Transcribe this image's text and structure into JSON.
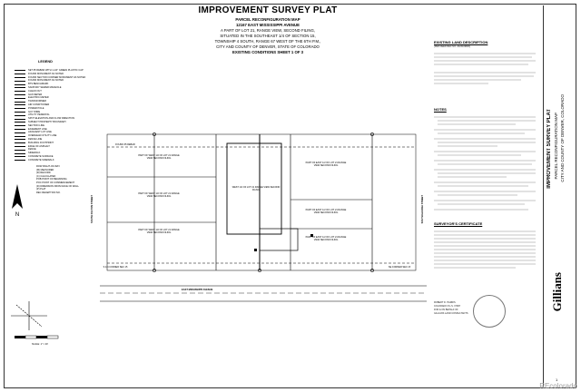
{
  "header": {
    "title": "IMPROVEMENT SURVEY PLAT",
    "subtitle": "PARCEL RECONFIGURATION MAP",
    "address": "12167 EAST MISSISSIPPI AVENUE",
    "desc_lines": [
      "A PART OF LOT 21, RANGE VIEW, SECOND FILING,",
      "SITUATED IN THE SOUTHEAST 1/4 OF SECTION 15,",
      "TOWNSHIP 4 SOUTH, RANGE 67 WEST OF THE 6TH P.M.,",
      "CITY AND COUNTY OF DENVER, STATE OF COLORADO"
    ],
    "sheet_line": "EXISTING CONDITIONS SHEET 1 OF 3"
  },
  "legend": {
    "title": "LEGEND",
    "items": [
      "SET #5 REBAR WITH 1-1/4\" GREEN PLASTIC CAP",
      "FOUND MONUMENT AS NOTED",
      "FOUND SECTION CORNER MONUMENT AS NOTED",
      "FOUND MONUMENT AS NOTED",
      "BTS BENCHMARK",
      "SANITARY SEWER MANHOLE",
      "CLEAN OUT",
      "GAS METER",
      "ELECTRIC METER",
      "TRANSFORMER",
      "AIR CONDITIONER",
      "POWER POLE",
      "GUY WIRE",
      "UTILITY PEDESTAL",
      "SPOT ELEVATION AND FLOW DIRECTION",
      "SUBJECT PROPERTY BOUNDARY",
      "SECTION LINE",
      "EASEMENT LINE",
      "ADJACENT LOT LINE",
      "OVERHEAD UTILITY LINE",
      "FENCE LINE",
      "BUILDING FOOTPRINT",
      "EDGE OF ASPHALT",
      "FENCE",
      "SIDEWALK",
      "CONCRETE SURFACE",
      "CONCRETE SIDEWALK"
    ],
    "abbrev": [
      "ROW  RIGHT-OF-WAY",
      "(M)  MEASURED",
      "(R)  RECORD",
      "(C)  CALCULATED",
      "POB  POINT OF BEGINNING",
      "POC  POINT OF COMMENCEMENT",
      "(D)  DIMENSION FROM FACE OF WALL",
      "(P)  PLAT",
      "REC  RECEPTION NO."
    ],
    "scale": "SCALE: 1\" = 40'"
  },
  "plan": {
    "lots": [
      "FOUND #5 REBAR",
      "PART OF WEST 1/2 OF LOT 21 RANGE VIEW SECOND FILING",
      "PART OF WEST 1/2 OF LOT 21 RANGE VIEW SECOND FILING",
      "PART OF WEST 1/2 OF LOT 21 RANGE VIEW SECOND FILING",
      "WEST 1/2 OF LOT 21 RANGE VIEW SECOND FILING",
      "PART OF EAST 1/2 OF LOT 21 RANGE VIEW SECOND FILING",
      "PART OF EAST 1/2 OF LOT 21 RANGE VIEW SECOND FILING",
      "PART OF EAST 1/2 OF LOT 21 RANGE VIEW SECOND FILING"
    ],
    "streets": {
      "south": "EAST MISSISSIPPI AVENUE",
      "west": "SOUTH FULTON STREET",
      "east": "SOUTH HAVANA STREET"
    },
    "corner_note_left": "S 1/4 CORNER SEC 15",
    "corner_note_right": "SE CORNER SEC 15"
  },
  "right": {
    "legal_head": "EXISTING LAND DESCRIPTION",
    "legal_sub": "(PER DEED REC NO. 2023109803)",
    "notes_head": "NOTES",
    "notes_count": 13,
    "cert_head": "SURVEYOR'S CERTIFICATE",
    "surveyor": "ROBERT D. HARRIS",
    "license": "COLORADO P.L.S. 37967",
    "firm_line": "FOR & ON BEHALF OF",
    "firm": "GILLIANS LAND CONSULTANTS"
  },
  "titleblock": {
    "t1": "IMPROVEMENT SURVEY PLAT",
    "t2": "PARCEL RECONFIGURATION MAP",
    "t3": "CITY AND COUNTY OF DENVER, COLORADO",
    "firm": "Gillians",
    "sheet": "1"
  },
  "watermark": "REcolorado"
}
